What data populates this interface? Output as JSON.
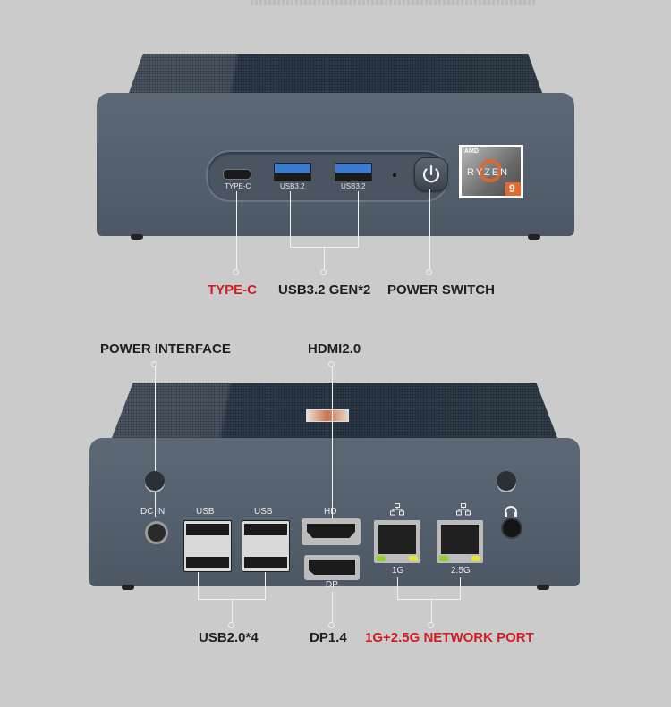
{
  "front_view": {
    "port_labels": {
      "type_c": "TYPE-C",
      "usb_a_1": "USB3.2",
      "usb_a_2": "USB3.2"
    },
    "badge": {
      "brand": "AMD",
      "series": "RYZEN",
      "tier": "9"
    },
    "callouts": {
      "type_c": "TYPE-C",
      "usb": "USB3.2 GEN*2",
      "power": "POWER SWITCH"
    }
  },
  "rear_view": {
    "top_callouts": {
      "power_interface": "POWER INTERFACE",
      "hdmi": "HDMI2.0"
    },
    "port_labels": {
      "dc_in": "DC IN",
      "usb_1": "USB",
      "usb_2": "USB",
      "hdmi": "HD",
      "dp": "DP",
      "lan_1": "1G",
      "lan_2": "2.5G"
    },
    "bottom_callouts": {
      "usb": "USB2.0*4",
      "dp": "DP1.4",
      "network": "1G+2.5G NETWORK PORT"
    }
  },
  "colors": {
    "background": "#cbcbcb",
    "callout_red": "#d01d24",
    "callout_dark": "#1f1f1f",
    "usb3_blue": "#3a7bd0"
  }
}
